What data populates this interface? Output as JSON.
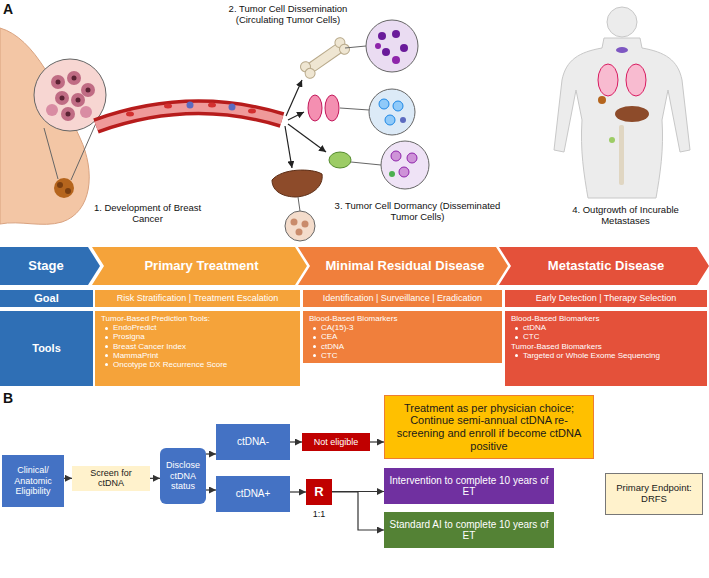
{
  "diagram": {
    "nodes": [
      {
        "text": [
          "Stage"
        ]
      },
      {
        "text": [
          "Primary Treatment"
        ]
      },
      {
        "text": [
          "Minimal Residual Disease"
        ]
      },
      {
        "text": [
          "Metastatic Disease"
        ]
      },
      {
        "text": [
          "Goal"
        ]
      },
      {
        "text": [
          "Risk Stratification | Treatment Escalation"
        ]
      },
      {
        "text": [
          "Identification | Surveillance | Eradication"
        ]
      },
      {
        "text": [
          "Early Detection | Therapy Selection"
        ]
      },
      {
        "text": [
          "Tools"
        ]
      },
      {
        "text": [
          "Tumor-Based Prediction Tools:",
          "EndoPredict",
          "Prosigna",
          "Breast Cancer Index",
          "MammaPrint",
          "Oncotype DX Recurrence Score"
        ]
      },
      {
        "text": [
          "Blood-Based Biomarkers",
          "CA(15)-3",
          "CEA",
          "ctDNA",
          "CTC"
        ]
      },
      {
        "text": [
          "Blood-Based Biomarkers",
          "ctDNA",
          "CTC",
          "Tumor-Based Biomarkers",
          "Targeted or Whole Exome Sequencing"
        ]
      },
      {
        "text": [
          "Clinical/ Anatomic Eligibility"
        ]
      },
      {
        "text": [
          "Screen for ctDNA"
        ]
      },
      {
        "text": [
          "Disclose ctDNA status"
        ]
      },
      {
        "text": [
          "ctDNA-"
        ]
      },
      {
        "text": [
          "ctDNA+"
        ]
      },
      {
        "text": [
          "Not eligible"
        ]
      },
      {
        "text": [
          "R"
        ]
      },
      {
        "text": [
          "Treatment as per physician choice; Continue semi-annual ctDNA re-screening and enroll if become ctDNA positive"
        ]
      },
      {
        "text": [
          "Intervention to complete 10 years of ET"
        ]
      },
      {
        "text": [
          "Standard AI to complete 10 years of ET"
        ]
      },
      {
        "text": [
          "Primary Endpoint: DRFS"
        ]
      }
    ],
    "edges": [
      {
        "from": 12,
        "to": 13,
        "arrow": "to"
      },
      {
        "from": 13,
        "to": 14,
        "arrow": "to"
      },
      {
        "from": 14,
        "to": 15,
        "arrow": "to"
      },
      {
        "from": 14,
        "to": 16,
        "arrow": "to"
      },
      {
        "from": 15,
        "to": 17,
        "arrow": "to"
      },
      {
        "from": 17,
        "to": 19,
        "arrow": "to"
      },
      {
        "from": 16,
        "to": 18,
        "arrow": "to"
      },
      {
        "from": 18,
        "to": 20,
        "arrow": "to"
      },
      {
        "from": 18,
        "to": 21,
        "arrow": "to"
      }
    ],
    "labels": [
      "A",
      "1. Development of Breast Cancer",
      "2. Tumor Cell Dissemination (Circulating Tumor Cells)",
      "3. Tumor Cell Dormancy (Disseminated Tumor Cells)",
      "4. Outgrowth of Incurable Metastases",
      "B",
      "1:1"
    ]
  }
}
